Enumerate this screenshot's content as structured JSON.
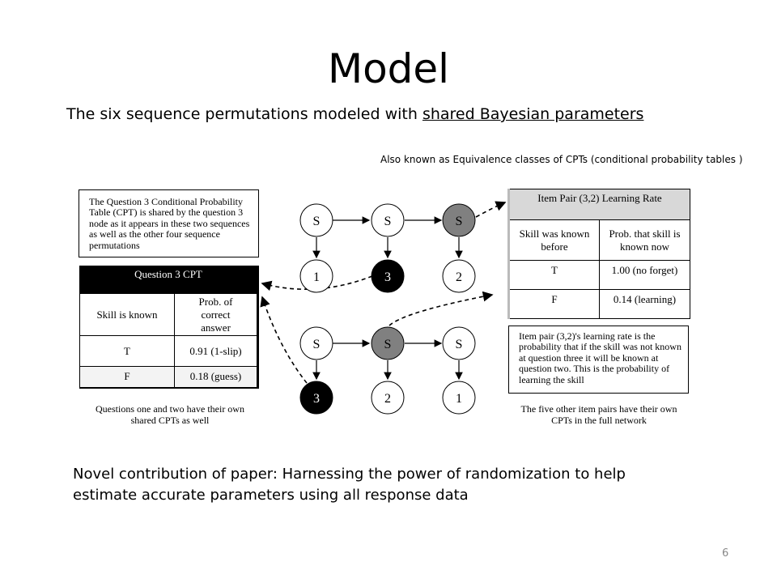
{
  "slide": {
    "title": "Model",
    "subtitle_prefix": "The six sequence permutations modeled with ",
    "subtitle_underlined": "shared Bayesian parameters",
    "note": "Also known  as Equivalence classes of CPTs (conditional probability tables )",
    "bottom_line1": "Novel contribution of paper: Harnessing the power of randomization to help",
    "bottom_line2": "estimate accurate parameters using all response data",
    "page_number": "6"
  },
  "left_note": "The Question 3 Conditional Probability Table (CPT) is shared by the question 3 node as it appears in these two sequences as well as the other four sequence permutations",
  "q3_cpt": {
    "title": "Question 3 CPT",
    "col1": "Skill is known",
    "col2": "Prob.  of correct answer",
    "rows": [
      {
        "a": "T",
        "b": "0.91 (1-slip)"
      },
      {
        "a": "F",
        "b": "0.18 (guess)"
      }
    ],
    "caption": "Questions one and two have their own shared CPTs as well"
  },
  "learn_cpt": {
    "title": "Item Pair (3,2) Learning Rate",
    "col1": "Skill was known before",
    "col2": "Prob. that skill is known now",
    "rows": [
      {
        "a": "T",
        "b": "1.00 (no forget)"
      },
      {
        "a": "F",
        "b": "0.14 (learning)"
      }
    ],
    "note": "Item pair (3,2)'s learning rate is the probability that if the skill was not known at question three it will be known at question two. This is the probability of learning the skill",
    "caption": "The five other item pairs have their own CPTs in the full network"
  },
  "network": {
    "top_skills": [
      "S",
      "S",
      "S"
    ],
    "top_questions": [
      "1",
      "3",
      "2"
    ],
    "bottom_skills": [
      "S",
      "S",
      "S"
    ],
    "bottom_questions": [
      "3",
      "2",
      "1"
    ]
  }
}
